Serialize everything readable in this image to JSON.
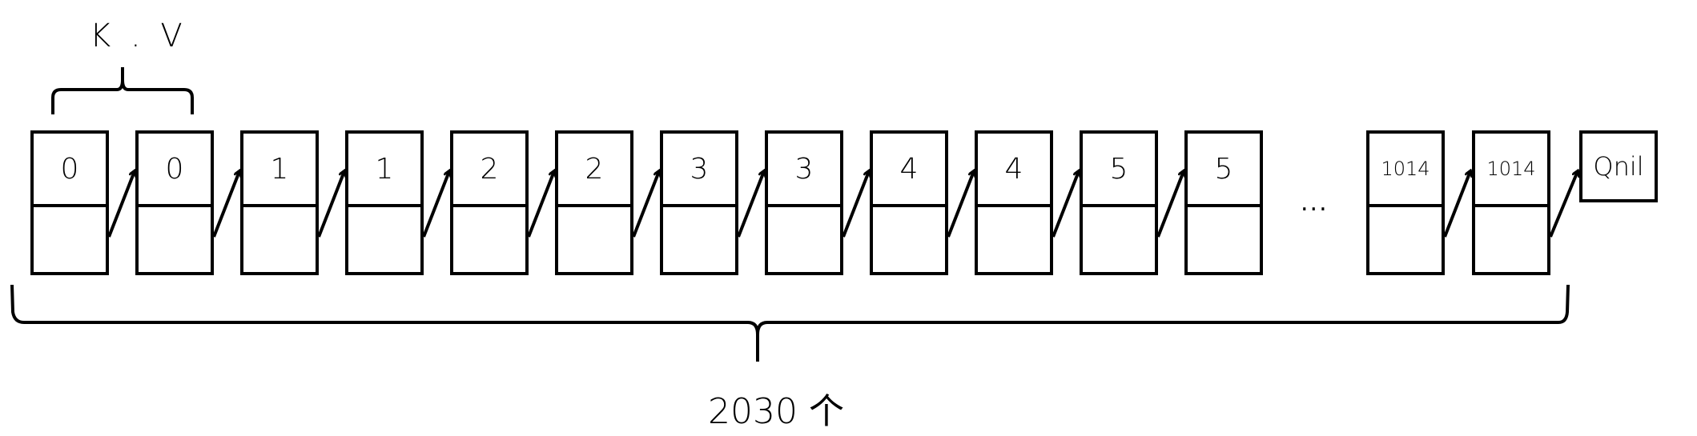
{
  "diagram": {
    "type": "linked-list",
    "kv_brace_label": "K . V",
    "count_brace_label": "2030 个",
    "ellipsis": "...",
    "nodes": [
      {
        "key": "0"
      },
      {
        "key": "0"
      },
      {
        "key": "1"
      },
      {
        "key": "1"
      },
      {
        "key": "2"
      },
      {
        "key": "2"
      },
      {
        "key": "3"
      },
      {
        "key": "3"
      },
      {
        "key": "4"
      },
      {
        "key": "4"
      },
      {
        "key": "5"
      },
      {
        "key": "5"
      }
    ],
    "tail_nodes": [
      {
        "key": "1014"
      },
      {
        "key": "1014"
      }
    ],
    "terminal": "Qnil",
    "colors": {
      "stroke": "#000000",
      "background": "#ffffff"
    }
  }
}
